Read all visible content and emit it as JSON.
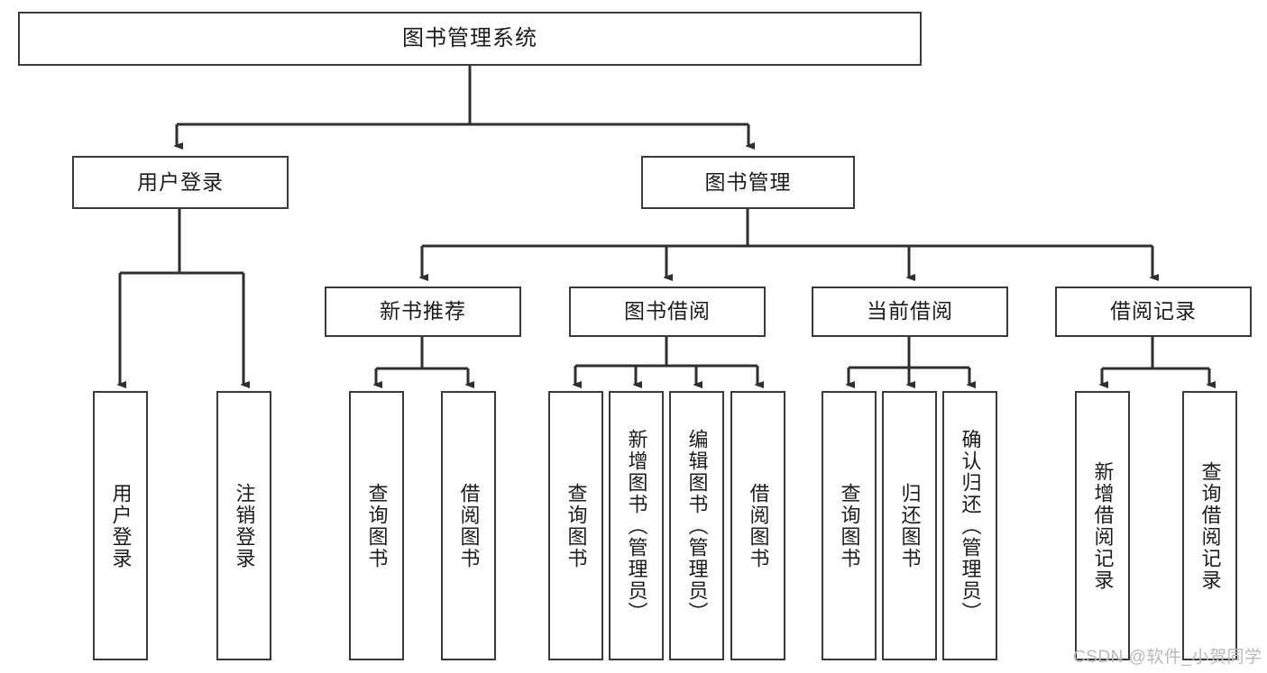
{
  "diagram": {
    "title": "图书管理系统",
    "type": "tree-diagram",
    "root": {
      "label": "图书管理系统"
    },
    "level2": [
      {
        "label": "用户登录"
      },
      {
        "label": "图书管理"
      }
    ],
    "level3": [
      {
        "label": "新书推荐"
      },
      {
        "label": "图书借阅"
      },
      {
        "label": "当前借阅"
      },
      {
        "label": "借阅记录"
      }
    ],
    "leaves": {
      "user_login": [
        {
          "label": "用户登录"
        },
        {
          "label": "注销登录"
        }
      ],
      "new_book_recommend": [
        {
          "label": "查询图书"
        },
        {
          "label": "借阅图书"
        }
      ],
      "book_borrow": [
        {
          "label": "查询图书"
        },
        {
          "label": "新增图书（管理员）"
        },
        {
          "label": "编辑图书（管理员）"
        },
        {
          "label": "借阅图书"
        }
      ],
      "current_borrow": [
        {
          "label": "查询图书"
        },
        {
          "label": "归还图书"
        },
        {
          "label": "确认归还（管理员）"
        }
      ],
      "borrow_records": [
        {
          "label": "新增借阅记录"
        },
        {
          "label": "查询借阅记录"
        }
      ]
    }
  },
  "watermark": {
    "text": "CSDN @软件_小贺同学"
  },
  "colors": {
    "stroke": "#3a3a3a",
    "background": "#ffffff",
    "text": "#1c1c1c",
    "watermark": "#b9b9b9"
  }
}
